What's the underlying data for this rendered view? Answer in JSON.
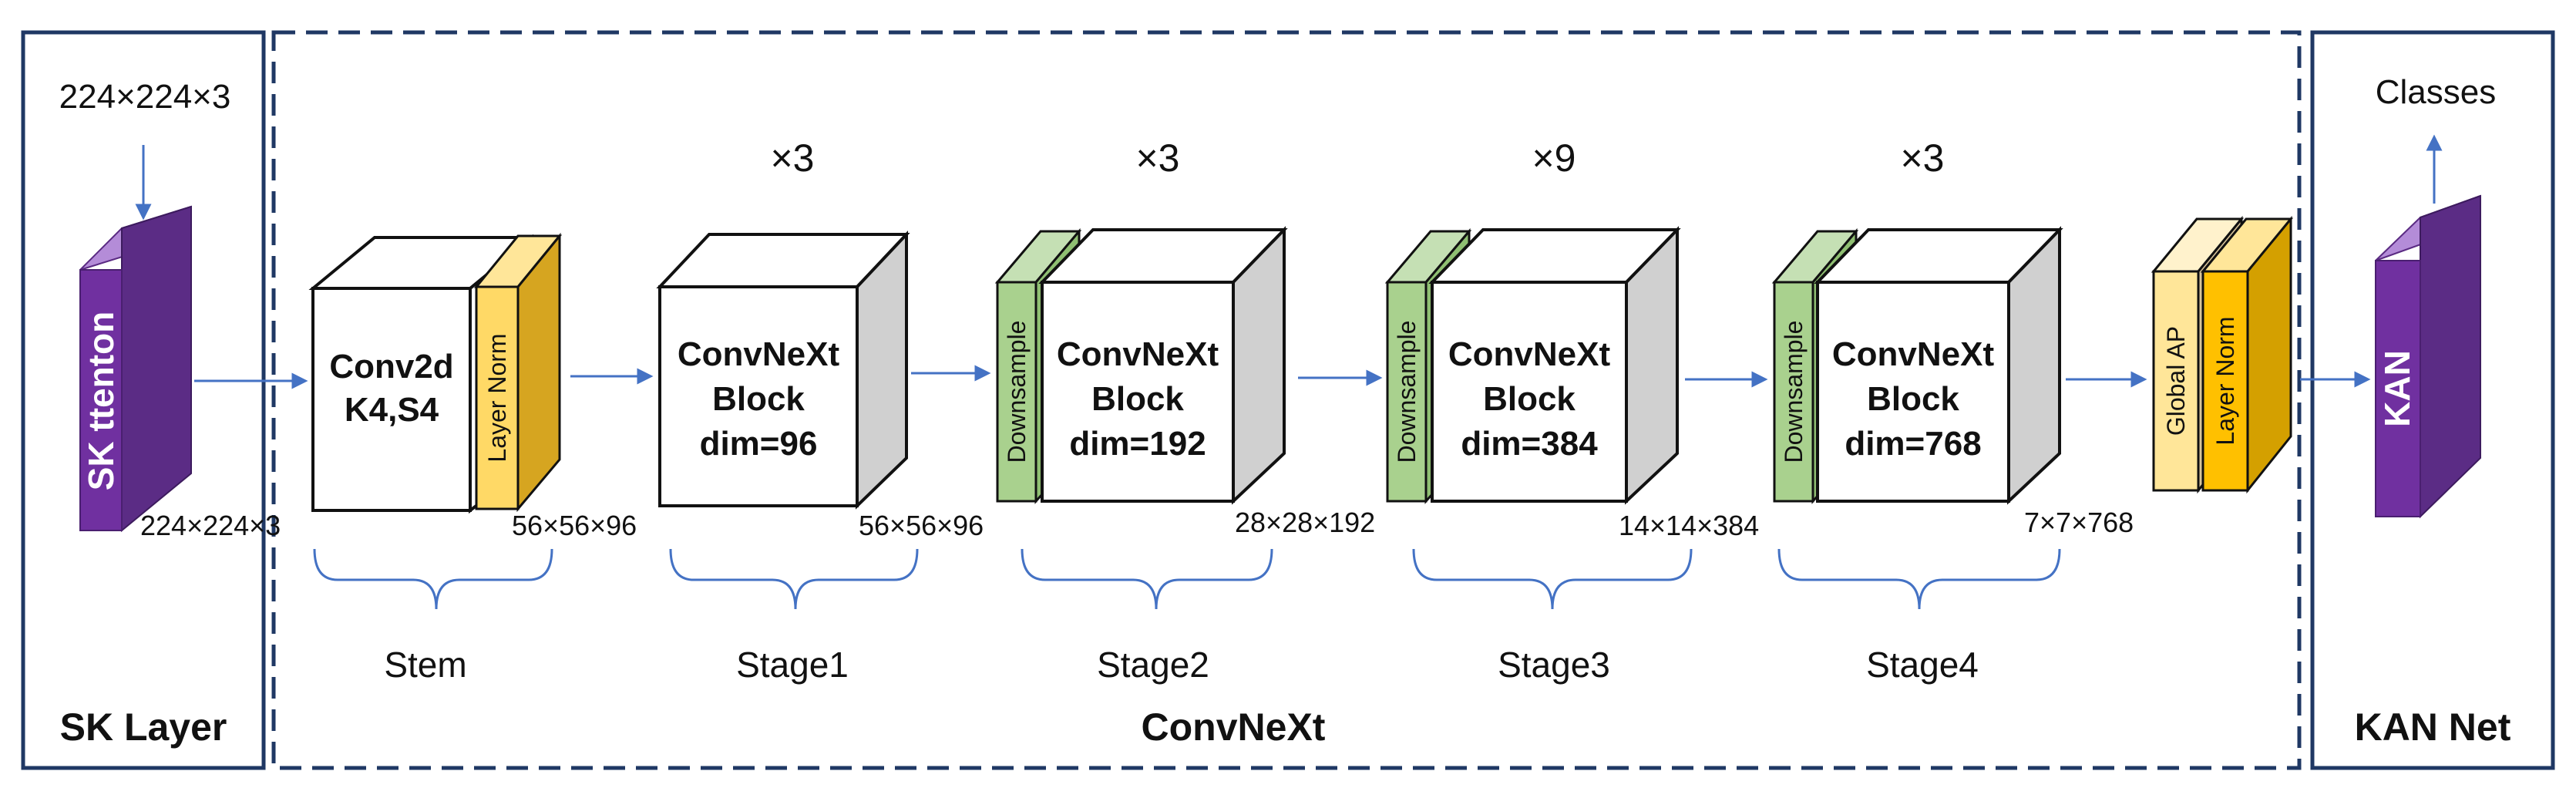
{
  "panels": {
    "sk_title": "SK Layer",
    "convnext_title": "ConvNeXt",
    "kan_title": "KAN Net"
  },
  "input_size": "224×224×3",
  "sk_block_label": "SK ttenton",
  "stem": {
    "block_line1": "Conv2d",
    "block_line2": "K4,S4",
    "norm_label": "Layer Norm",
    "in_dim": "224×224×3",
    "out_dim": "56×56×96",
    "brace_label": "Stem"
  },
  "stages": [
    {
      "repeat": "×3",
      "block_line1": "ConvNeXt",
      "block_line2": "Block",
      "block_line3": "dim=96",
      "out_dim": "56×56×96",
      "brace_label": "Stage1"
    },
    {
      "repeat": "×3",
      "downsample_label": "Downsample",
      "block_line1": "ConvNeXt",
      "block_line2": "Block",
      "block_line3": "dim=192",
      "out_dim": "28×28×192",
      "brace_label": "Stage2"
    },
    {
      "repeat": "×9",
      "downsample_label": "Downsample",
      "block_line1": "ConvNeXt",
      "block_line2": "Block",
      "block_line3": "dim=384",
      "out_dim": "14×14×384",
      "brace_label": "Stage3"
    },
    {
      "repeat": "×3",
      "downsample_label": "Downsample",
      "block_line1": "ConvNeXt",
      "block_line2": "Block",
      "block_line3": "dim=768",
      "out_dim": "7×7×768",
      "brace_label": "Stage4"
    }
  ],
  "head": {
    "global_ap_label": "Global AP",
    "norm_label": "Layer Norm"
  },
  "kan": {
    "block_label": "KAN",
    "output_label": "Classes"
  },
  "colors": {
    "arrow": "#4472c4",
    "purple": "#7030a0",
    "cube_side_gray": "#d0d0d0",
    "downsample_green": "#a9d18e",
    "norm_yellow": "#ffd966",
    "norm_gold": "#d4a000",
    "global_ap_yellow": "#ffe699"
  }
}
